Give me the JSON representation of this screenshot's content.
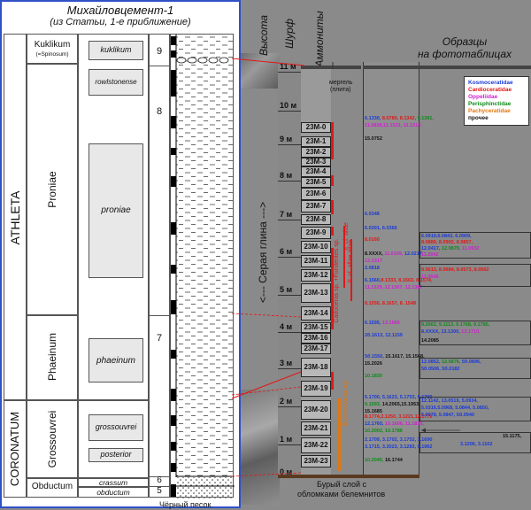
{
  "left": {
    "title": "Михайловцемент-1",
    "subtitle": "(из Статьи, 1-е приближение)",
    "stage_athleta": "ATHLETA",
    "stage_coronatum": "CORONATUM",
    "zone_kuklikum": "Kuklikum",
    "zone_kuklikum_sub": "(=Spinosum)",
    "zone_proniae": "Proniae",
    "zone_phaeinum": "Phaeinum",
    "zone_grossouvrei": "Grossouvrei",
    "zone_obductum": "Obductum",
    "sub_kuklikum": "kuklikum",
    "sub_rowlstonense": "rowlstonense",
    "sub_proniae": "proniae",
    "sub_phaeinum": "phaeinum",
    "sub_grossouvrei": "grossouvrei",
    "sub_posterior": "posterior",
    "sub_crassum": "crassum",
    "sub_obductum": "obductum",
    "bed_9": "9",
    "bed_8": "8",
    "bed_7": "7",
    "bed_6": "6",
    "bed_5": "5",
    "black_sand": "Чёрный песок"
  },
  "right": {
    "h_height": "Высота",
    "h_pit": "Шурф",
    "h_ammonites": "Аммониты",
    "h_samples_1": "Образцы",
    "h_samples_2": "на фототаблицах",
    "grey_clay": "<---  Серая глина --->",
    "marl": "мергель",
    "marl_plate": "(плита)",
    "brown_layer_1": "Бурый слой с",
    "brown_layer_2": "обломками белемнитов",
    "amm_1": "Cadoceras sp. +Funiferites sp.",
    "amm_2": "F. cf. allae",
    "amm_3": "F. cf. allae allae",
    "amm_4": "Erymnoceras sp."
  },
  "meters": [
    "11 м",
    "10 м",
    "9 м",
    "8 м",
    "7 м",
    "6 м",
    "5 м",
    "4 м",
    "3 м",
    "2 м",
    "1 м",
    "0 м"
  ],
  "samples": [
    "23M-0",
    "23M-1",
    "23M-2",
    "23M-3",
    "23M-4",
    "23M-5",
    "23M-6",
    "23M-7",
    "23M-8",
    "23M-9",
    "23M-10",
    "23M-11",
    "23M-12",
    "23M-13",
    "23M-14",
    "23M-15",
    "23M-16",
    "23M-17",
    "23M-18",
    "23M-19",
    "23M-20",
    "23M-21",
    "23M-22",
    "23M-23"
  ],
  "legend": [
    {
      "label": "Kosmoceratidae",
      "color": "#1a3ad8"
    },
    {
      "label": "Cardioceratidae",
      "color": "#e01818"
    },
    {
      "label": "Oppeliidae",
      "color": "#d020d0"
    },
    {
      "label": "Perisphinctidae",
      "color": "#0e8a1a"
    },
    {
      "label": "Pachyceratidae",
      "color": "#e07810"
    },
    {
      "label": "прочее",
      "color": "#111111"
    }
  ],
  "notes": {
    "n0": [
      [
        "6.1330, ",
        "#1a3ad8"
      ],
      [
        "8.0780, 8.1342, ",
        "#e01818"
      ],
      [
        "9.1381,",
        "#0e8a1a"
      ]
    ],
    "n0b": [
      [
        "11.0828,11.1331, 11.1314",
        "#d020d0"
      ]
    ],
    "n1": [
      [
        "15.0752",
        "#111111"
      ]
    ],
    "n2": [
      [
        "6.0348",
        "#1a3ad8"
      ]
    ],
    "n3": [
      [
        "6.0301, 6.0366",
        "#1a3ad8"
      ]
    ],
    "n4": [
      [
        "8.0160",
        "#e01818"
      ]
    ],
    "n5": [
      [
        "8.XXXX, ",
        "#111111"
      ],
      [
        "11.0199, ",
        "#d020d0"
      ],
      [
        "12.0217,",
        "#1a3ad8"
      ]
    ],
    "n5b": [
      [
        "13.1317",
        "#d020d0"
      ]
    ],
    "n6": [
      [
        "2.0818",
        "#1a3ad8"
      ]
    ],
    "n7": [
      [
        "6.1560,",
        "#1a3ad8"
      ],
      [
        "8.1333, 8.1663, 8.1574,",
        "#e01818"
      ]
    ],
    "n7b": [
      [
        "11.1329, 12.1307, 12.1387",
        "#d020d0"
      ]
    ],
    "n8": [
      [
        "8.1555, 8.1657, 8. 1548",
        "#e01818"
      ]
    ],
    "n9": [
      [
        "6.1595, ",
        "#1a3ad8"
      ],
      [
        "13.1666",
        "#d020d0"
      ]
    ],
    "n10": [
      [
        "2б.1613, 12.1159",
        "#1a3ad8"
      ]
    ],
    "n11": [
      [
        "5б.1550, ",
        "#1a3ad8"
      ],
      [
        "15.1617, 15.1568,",
        "#111111"
      ]
    ],
    "n11b": [
      [
        "15.2026",
        "#111111"
      ]
    ],
    "n12": [
      [
        "10.1830",
        "#0e8a1a"
      ]
    ],
    "n13": [
      [
        "5.1700, 5.1623, 5.1753, 5.1799",
        "#1a3ad8"
      ]
    ],
    "n13b": [
      [
        "9.1593, ",
        "#0e8a1a"
      ],
      [
        "14.2065,15.1953,",
        "#111111"
      ]
    ],
    "n13c": [
      [
        "15.1685",
        "#111111"
      ]
    ],
    "n14": [
      [
        "8.1774,2.1250, 3.1221,12.1779",
        "#e01818"
      ]
    ],
    "n14b": [
      [
        "12.1760, ",
        "#1a3ad8"
      ],
      [
        "10.1606, 11.1835,",
        "#d020d0"
      ]
    ],
    "n14c": [
      [
        "10.2002, 10.1786",
        "#0e8a1a"
      ]
    ],
    "n15": [
      [
        "2.1709, 3.1702, 3.1752, 3.1690",
        "#1a3ad8"
      ]
    ],
    "n15b": [
      [
        "3.1715, 3.2023, 3.1283, 9.1962",
        "#1a3ad8"
      ]
    ],
    "n15c": [
      [
        "10.2045, ",
        "#0e8a1a"
      ],
      [
        "16.1744",
        "#111111"
      ]
    ],
    "r1": [
      [
        "6.0919,6.0843, 6.0909,",
        "#1a3ad8"
      ]
    ],
    "r1b": [
      [
        "8.0889, 8.0902, 8.0857,",
        "#e01818"
      ]
    ],
    "r1c": [
      [
        "12.0417, ",
        "#1a3ad8"
      ],
      [
        "12.0879, ",
        "#0e8a1a"
      ],
      [
        "11.0932",
        "#d020d0"
      ]
    ],
    "r1d": [
      [
        "11.2042",
        "#d020d0"
      ]
    ],
    "r2": [
      [
        "8.0613, 8.0684, 8.0573, 8.0562",
        "#e01818"
      ]
    ],
    "r2b": [
      [
        "11.0646",
        "#d020d0"
      ]
    ],
    "r3": [
      [
        "9.2062, ",
        "#0e8a1a"
      ],
      [
        "9.1113, 9.1768, 9.1785,",
        "#0e8a1a"
      ]
    ],
    "r3b": [
      [
        "8.XXXX, ",
        "#1a3ad8"
      ],
      [
        "13.1300, ",
        "#1a3ad8"
      ],
      [
        "13.1710,",
        "#d020d0"
      ]
    ],
    "r3c": [
      [
        "14.2085",
        "#111111"
      ]
    ],
    "r4": [
      [
        "12.0852, ",
        "#1a3ad8"
      ],
      [
        "12.0876, ",
        "#0e8a1a"
      ],
      [
        "5б.0896,",
        "#1a3ad8"
      ]
    ],
    "r4b": [
      [
        "5б.0506, 5б.0182",
        "#1a3ad8"
      ]
    ],
    "r5": [
      [
        "12.1142, 13.0519, 5.0934,",
        "#1a3ad8"
      ]
    ],
    "r5b": [
      [
        "5.0316,5.0968, 5.0844, 5.0850,",
        "#1a3ad8"
      ]
    ],
    "r5c": [
      [
        "5.0978, 5.0847, 5б.0940",
        "#1a3ad8"
      ]
    ],
    "r6": [
      [
        "15.1175,",
        "#111111"
      ]
    ],
    "r6b": [
      [
        "3.1206, 3.1102",
        "#1a3ad8"
      ]
    ]
  }
}
